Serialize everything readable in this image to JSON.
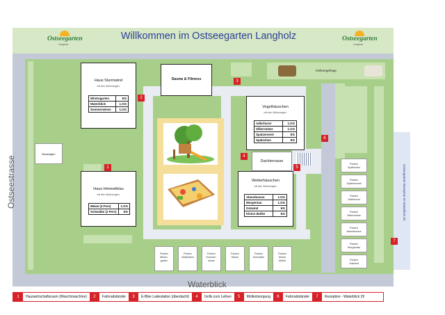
{
  "title": "Willkommen im Ostseegarten Langholz",
  "logo": {
    "text": "Ostseegarten",
    "sub": "Langholz"
  },
  "streets": {
    "left": "Ostseestrasse",
    "bottom": "Waterblick"
  },
  "rezeption_label": "Ostseegarten Rezeption im Waterblick 29",
  "wohnungen_label": "mit den Wohnungen:",
  "houses": {
    "sturmwind": {
      "name": "Haus Sturmwind",
      "rows": [
        [
          "Wintergarten",
          "EG"
        ],
        [
          "Waterblick",
          "1.OG"
        ],
        [
          "Sommerwiese",
          "1.OG"
        ]
      ]
    },
    "himmelblau": {
      "name": "Haus Himmelblau",
      "rows": [
        [
          "Möwe (4 Pers)",
          "1.OG"
        ],
        [
          "Schwalbe (2 Pers)",
          "EG"
        ]
      ]
    },
    "vogel": {
      "name": "Vogelhäuschen",
      "rows": [
        [
          "Adlerhorst",
          "1.OG"
        ],
        [
          "Silbermöwe",
          "1.OG"
        ],
        [
          "Spatzennest",
          "EG"
        ],
        [
          "Spätzchen",
          "EG"
        ]
      ]
    },
    "wetter": {
      "name": "Wetterhäuschen",
      "rows": [
        [
          "Abendsonne",
          "1.OG"
        ],
        [
          "Morgentau",
          "1.OG"
        ],
        [
          "Ostwind",
          "EG"
        ],
        [
          "Kleine Wolke",
          "EG"
        ]
      ]
    }
  },
  "labels": {
    "sauna": "Sauna & Fitness",
    "dachterrasse": "Dachterrasse",
    "bauwagen": "Bauwagen",
    "huehner": "Hühnergehege"
  },
  "markers": {
    "m1": "1",
    "m2": "2",
    "m3": "3",
    "m4": "4",
    "m5": "5",
    "m6": "6",
    "m7": "7"
  },
  "parking_bottom": [
    [
      "Parken",
      "Winter-",
      "garten"
    ],
    [
      "Parken",
      "Waterblick"
    ],
    [
      "Parken",
      "Sommer-",
      "wiese"
    ],
    [
      "Parken",
      "Möwe"
    ],
    [
      "Parken",
      "Schwalbe"
    ],
    [
      "Parken",
      "Kleine",
      "Wolke"
    ]
  ],
  "parking_right": [
    [
      "Parken",
      "Spätzchen"
    ],
    [
      "Parken",
      "Spatzennest"
    ],
    [
      "Parken",
      "Adlerhorst"
    ],
    [
      "Parken",
      "Silbermöwe"
    ],
    [
      "Parken",
      "Abendsonne"
    ],
    [
      "Parken",
      "Morgentau"
    ],
    [
      "Parken",
      "Ostwind"
    ]
  ],
  "legend": [
    {
      "n": "1",
      "text": "Hauswirtschaftsraum (Waschmaschine)"
    },
    {
      "n": "2",
      "text": "Fahrradständer"
    },
    {
      "n": "3",
      "text": "E-Bike Ladestation (überdacht)"
    },
    {
      "n": "4",
      "text": "Grills zum Leihen"
    },
    {
      "n": "5",
      "text": "Müllentsorgung"
    },
    {
      "n": "6",
      "text": "Fahrradständer"
    },
    {
      "n": "7",
      "text": "Rezeption - Waterblick 29"
    }
  ],
  "colors": {
    "accent_red": "#d62128",
    "title_blue": "#2b3f93",
    "grass": "#a8cf8a"
  }
}
